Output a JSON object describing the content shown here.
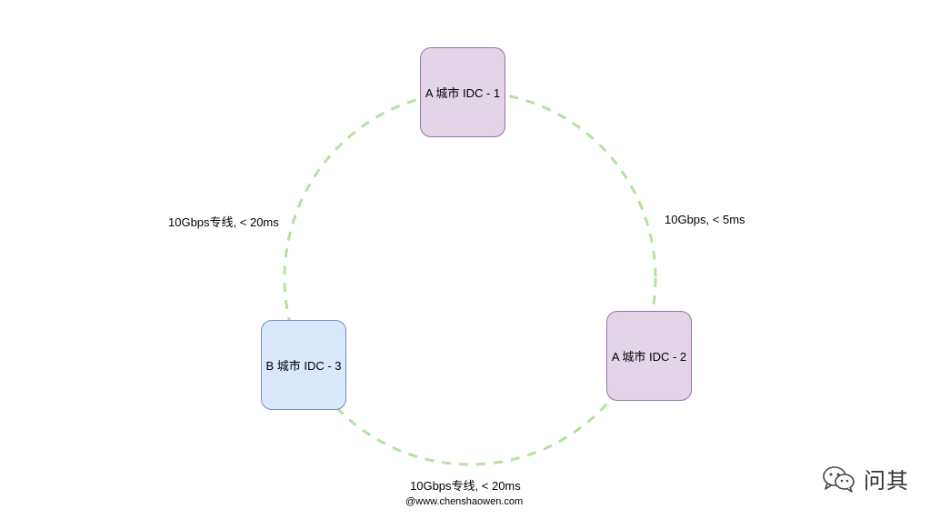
{
  "colors": {
    "ring": "#b7e1a1",
    "purple_fill": "#e1d5e7",
    "purple_stroke": "#9673a6",
    "blue_fill": "#dae8fc",
    "blue_stroke": "#6c8ebf"
  },
  "nodes": {
    "a1": {
      "label": "A 城市 IDC - 1"
    },
    "a2": {
      "label": "A 城市 IDC - 2"
    },
    "b3": {
      "label": "B 城市 IDC - 3"
    }
  },
  "links": {
    "a1_b3": "10Gbps专线, < 20ms",
    "a1_a2": "10Gbps, < 5ms",
    "a2_b3": "10Gbps专线, < 20ms"
  },
  "footer": "@www.chenshaowen.com",
  "watermark": {
    "icon": "wechat-icon",
    "text": "问其"
  }
}
